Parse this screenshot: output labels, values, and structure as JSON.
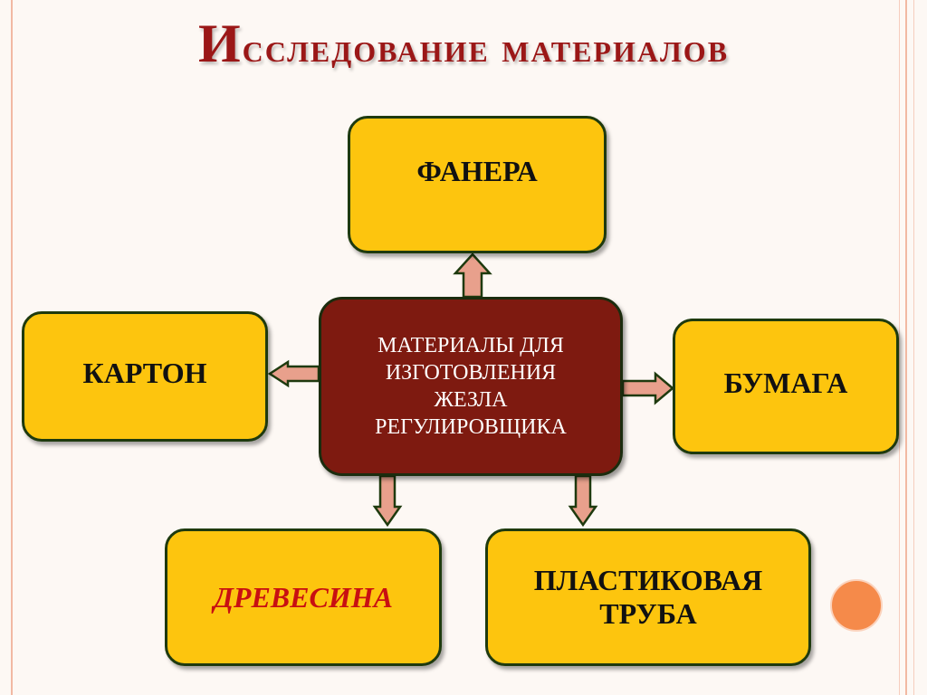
{
  "title": {
    "first_letter": "И",
    "rest": "сследование материалов"
  },
  "diagram": {
    "center": "МАТЕРИАЛЫ ДЛЯ\nИЗГОТОВЛЕНИЯ\nЖЕЗЛА\nРЕГУЛИРОВЩИКА",
    "nodes": {
      "top": "ФАНЕРА",
      "left": "КАРТОН",
      "right": "БУМАГА",
      "bottom_left": "ДРЕВЕСИНА",
      "bottom_right": "ПЛАСТИКОВАЯ\nТРУБА"
    }
  },
  "colors": {
    "node_fill": "#fdc50e",
    "center_fill": "#7e1a10",
    "title": "#9b1717",
    "arrow_fill": "#e8a08c",
    "highlight_text": "#c80f12"
  }
}
